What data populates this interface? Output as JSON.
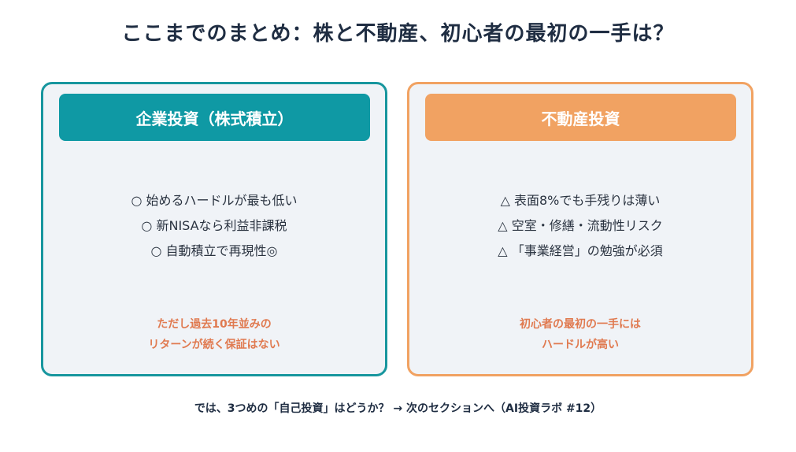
{
  "title": "ここまでのまとめ：株と不動産、初心者の最初の一手は？",
  "left_card": {
    "header": "企業投資（株式積立）",
    "points": [
      "○ 始めるハードルが最も低い",
      "○ 新NISAなら利益非課税",
      "○ 自動積立で再現性◎"
    ],
    "note": [
      "ただし過去10年並みの",
      "リターンが続く保証はない"
    ]
  },
  "right_card": {
    "header": "不動産投資",
    "points": [
      "△ 表面8%でも手残りは薄い",
      "△ 空室・修繕・流動性リスク",
      "△ 「事業経営」の勉強が必須"
    ],
    "note": [
      "初心者の最初の一手には",
      "ハードルが高い"
    ]
  },
  "footer": "では、3つめの「自己投資」はどうか？ → 次のセクションへ（AI投資ラボ #12）",
  "colors": {
    "left_accent": "#0f99a4",
    "right_accent": "#f1a262",
    "note_text": "#e07a50",
    "title_text": "#1f2d42"
  }
}
